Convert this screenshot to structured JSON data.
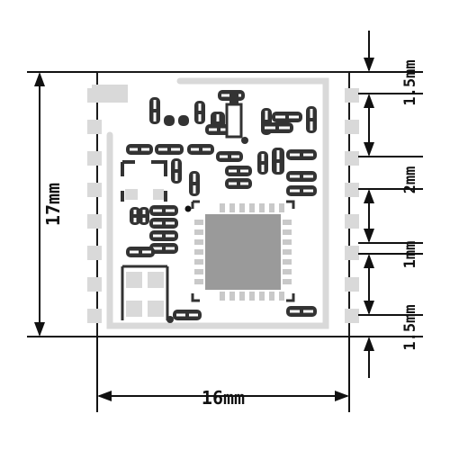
{
  "diagram": {
    "colors": {
      "board_fill": "#ffffff",
      "board_outline": "#1a1a1a",
      "silkscreen": "#d9d9d9",
      "component": "#333333",
      "pad": "#ffffff",
      "chip": "#9a9a9a",
      "chip_pad": "#c9c9c9",
      "dimension_line": "#111111"
    },
    "dimensions": {
      "width_label": "16mm",
      "height_label": "17mm",
      "pitch_top": "1.5mm",
      "pitch_2": "2mm",
      "pitch_1": "1mm",
      "pitch_bottom": "1.5mm"
    },
    "pins_per_side": 8,
    "qfn_pads_per_side": 7
  }
}
